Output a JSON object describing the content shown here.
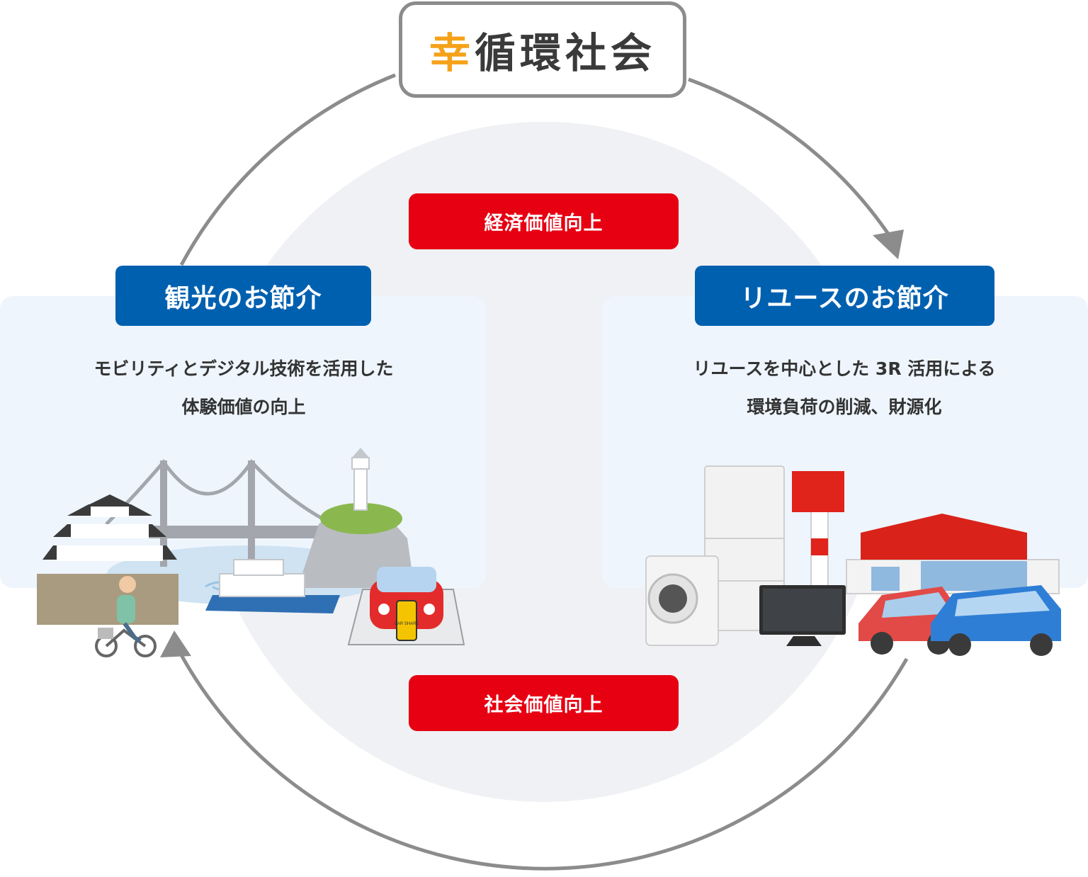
{
  "title": {
    "accent_char": "幸",
    "rest": "循環社会"
  },
  "pills": {
    "economic": "経済価値向上",
    "social": "社会価値向上"
  },
  "left": {
    "label": "観光のお節介",
    "desc_line1": "モビリティとデジタル技術を活用した",
    "desc_line2": "体験価値の向上",
    "car_sign": "CAR SHARE"
  },
  "right": {
    "label": "リユースのお節介",
    "desc_line1": "リユースを中心とした 3R 活用による",
    "desc_line2": "環境負荷の削減、財源化"
  },
  "colors": {
    "accent_orange": "#f5a21a",
    "red": "#e60012",
    "blue": "#0060b0",
    "arrow_gray": "#8c8c8c",
    "circle_fill": "#f0f1f4",
    "panel_fill": "#eef5fd"
  }
}
